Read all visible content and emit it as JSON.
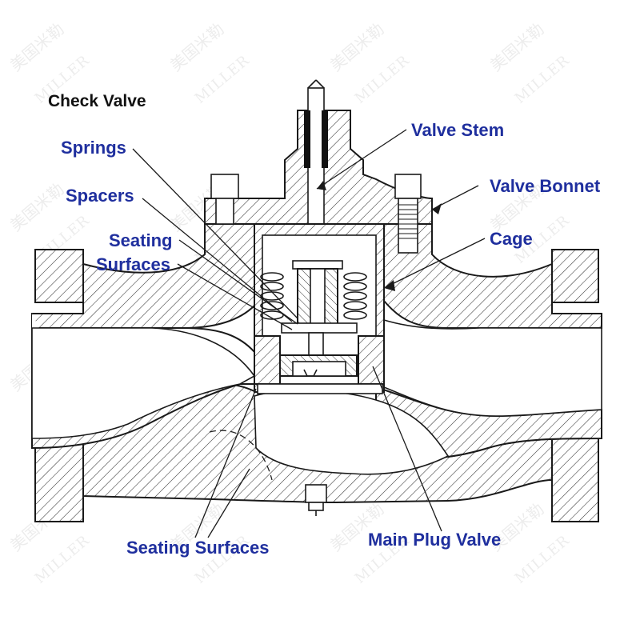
{
  "title": "Check Valve",
  "watermark": {
    "chinese": "美国米勒",
    "latin": "MILLER"
  },
  "labels": {
    "springs": "Springs",
    "spacers": "Spacers",
    "seating_surfaces_line1": "Seating",
    "seating_surfaces_line2": "Surfaces",
    "valve_stem": "Valve Stem",
    "valve_bonnet": "Valve Bonnet",
    "cage": "Cage",
    "seating_surfaces_bottom": "Seating Surfaces",
    "main_plug_valve": "Main Plug Valve"
  },
  "colors": {
    "label": "#1f2f9e",
    "title": "#111111",
    "line": "#1a1a1a"
  }
}
